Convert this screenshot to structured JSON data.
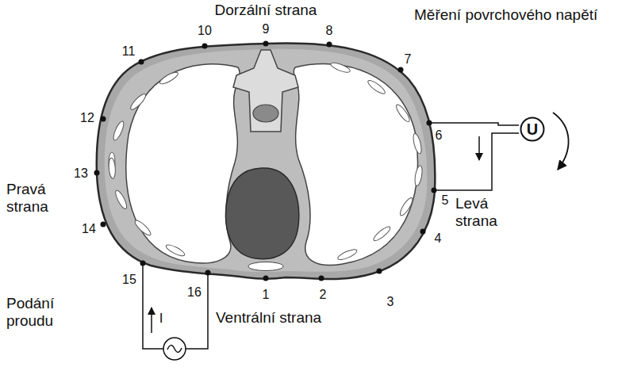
{
  "diagram": {
    "nodes": [
      {
        "text": [
          "U"
        ]
      }
    ],
    "labels": [
      "Dorzální strana",
      "Měření povrchového napětí",
      "11",
      "10",
      "9",
      "8",
      "7",
      "12",
      "6",
      "13",
      "Pravá strana",
      "5",
      "Levá strana",
      "14",
      "4",
      "15",
      "16",
      "1",
      "2",
      "3",
      "I",
      "Podání proudu",
      "Ventrální strana"
    ]
  }
}
